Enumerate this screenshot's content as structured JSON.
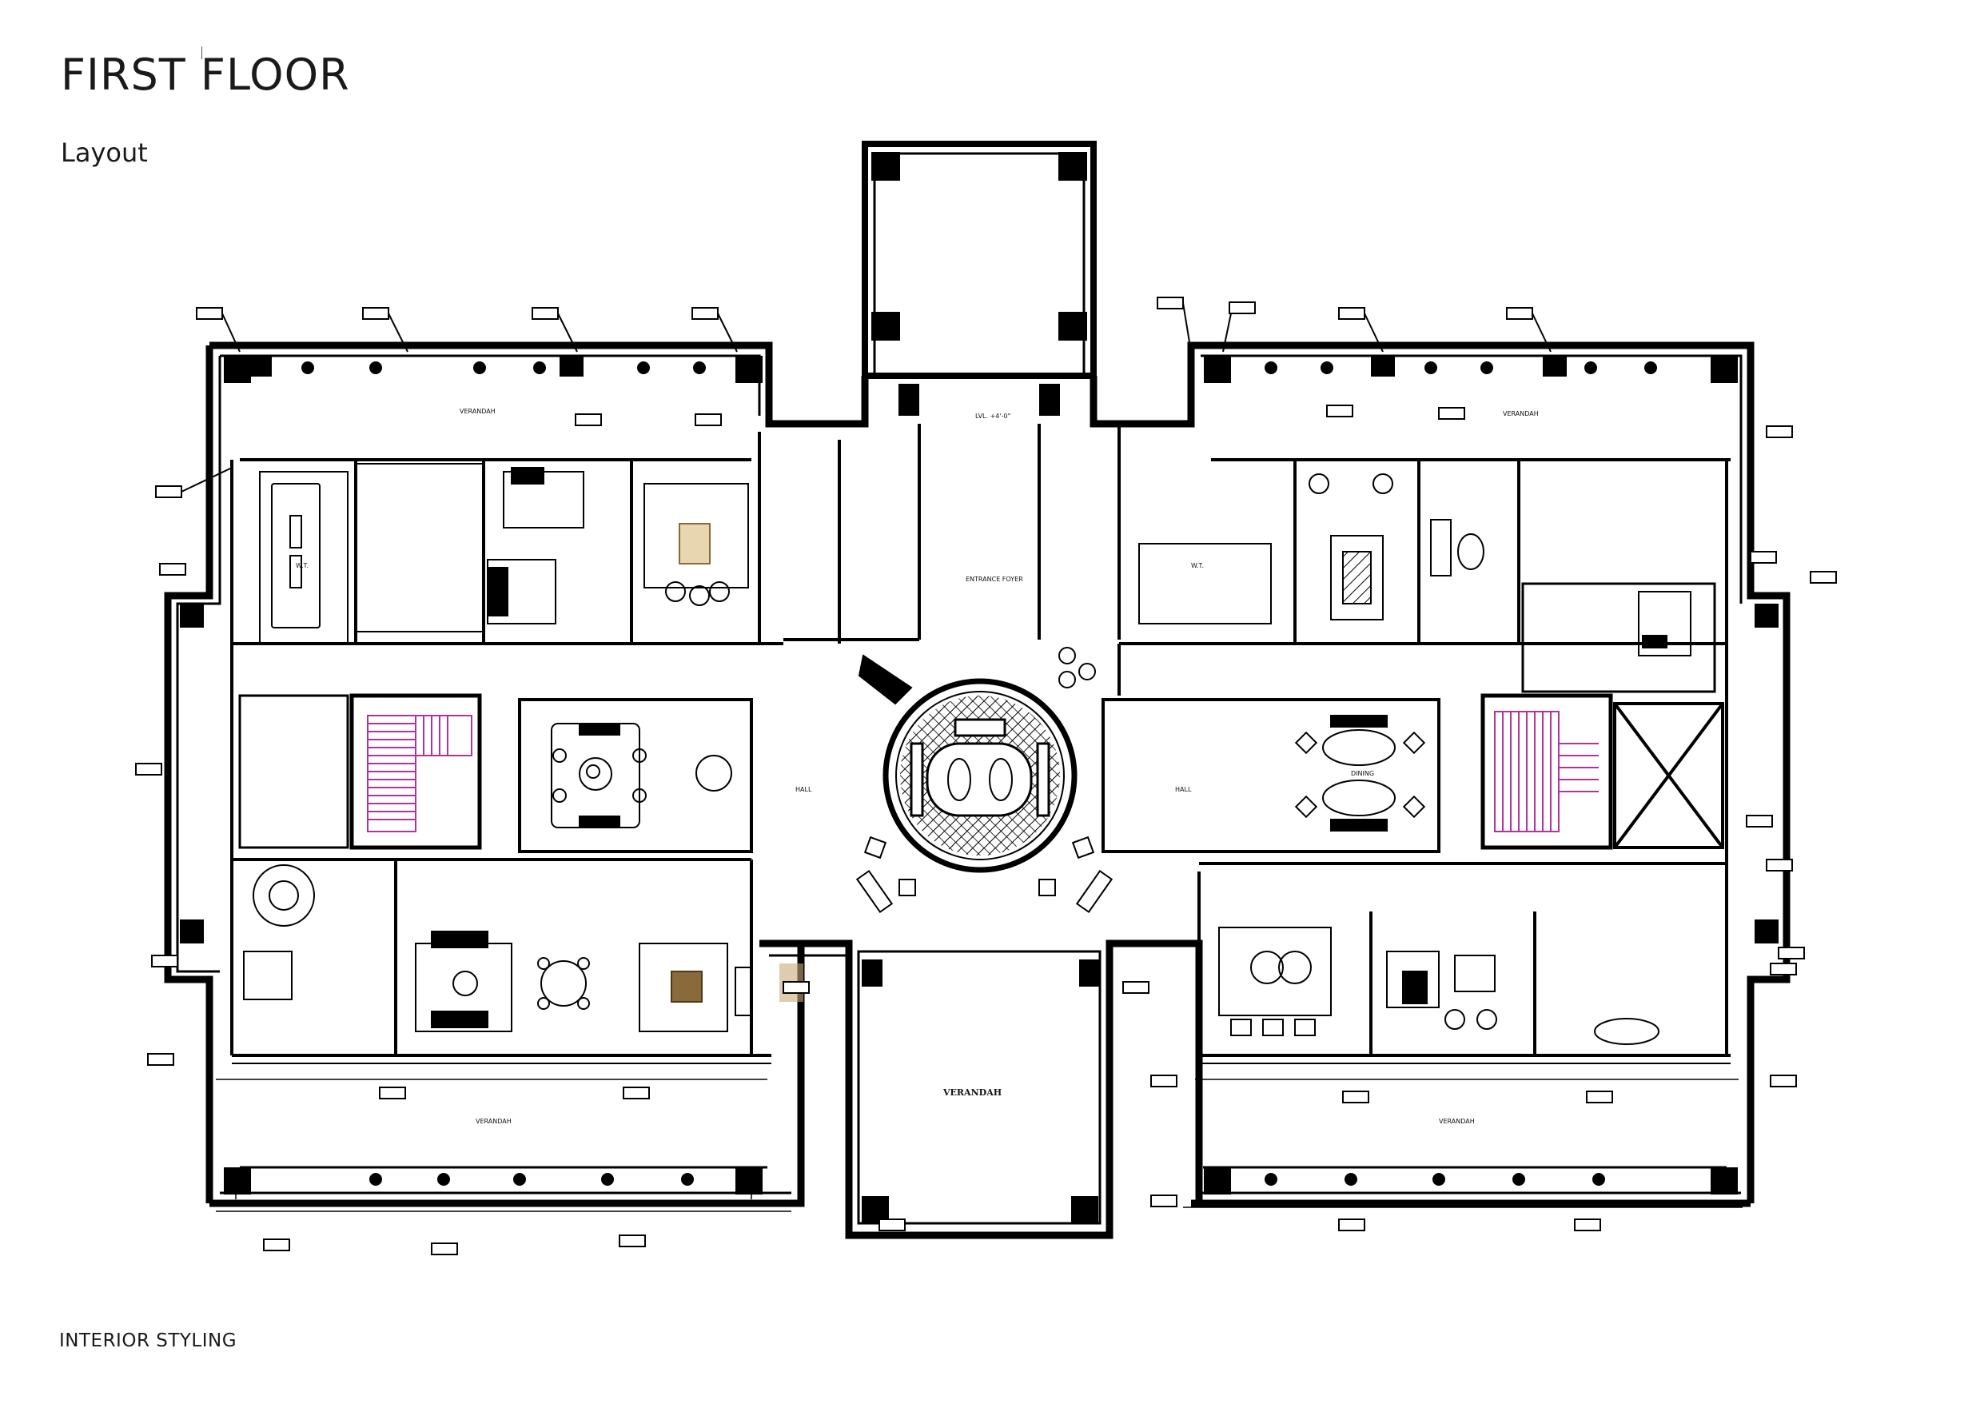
{
  "header": {
    "title": "FIRST FLOOR",
    "subtitle": "Layout"
  },
  "footer": {
    "text": "INTERIOR STYLING"
  },
  "plan": {
    "labels": {
      "veranda_top_left": "VERANDAH",
      "veranda_top_right": "VERANDAH",
      "veranda_bottom_center": "VERANDAH",
      "veranda_bottom_left": "VERANDAH",
      "veranda_bottom_right": "VERANDAH",
      "entrance_foyer": "ENTRANCE FOYER",
      "level": "LVL. +4'-0\"",
      "hall_left": "HALL",
      "hall_right": "HALL",
      "dining": "DINING",
      "w_t_left": "W.T.",
      "w_t_right": "W.T."
    },
    "colors": {
      "wall": "#000000",
      "stair": "#b0349a",
      "rug": "#e8d6b0",
      "wood": "#8a6a3a",
      "blur": "#c9a878"
    }
  }
}
